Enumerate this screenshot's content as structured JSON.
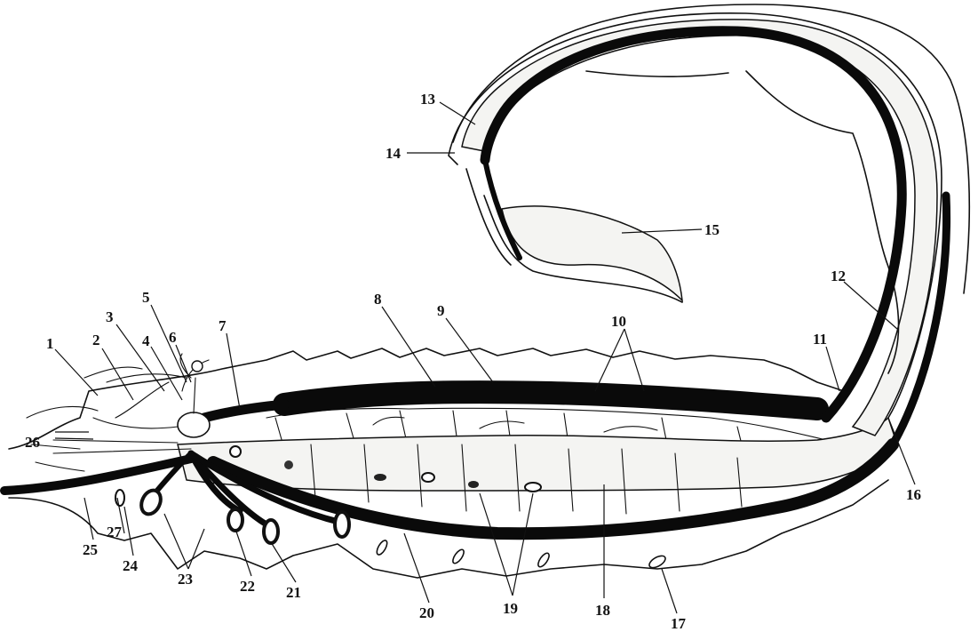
{
  "diagram": {
    "labels": [
      {
        "id": "label-1",
        "text": "1"
      },
      {
        "id": "label-2",
        "text": "2"
      },
      {
        "id": "label-3",
        "text": "3"
      },
      {
        "id": "label-4",
        "text": "4"
      },
      {
        "id": "label-5",
        "text": "5"
      },
      {
        "id": "label-6",
        "text": "6"
      },
      {
        "id": "label-7",
        "text": "7"
      },
      {
        "id": "label-8",
        "text": "8"
      },
      {
        "id": "label-9",
        "text": "9"
      },
      {
        "id": "label-10",
        "text": "10"
      },
      {
        "id": "label-11",
        "text": "11"
      },
      {
        "id": "label-12",
        "text": "12"
      },
      {
        "id": "label-13",
        "text": "13"
      },
      {
        "id": "label-14",
        "text": "14"
      },
      {
        "id": "label-15",
        "text": "15"
      },
      {
        "id": "label-16",
        "text": "16"
      },
      {
        "id": "label-17",
        "text": "17"
      },
      {
        "id": "label-18",
        "text": "18"
      },
      {
        "id": "label-19",
        "text": "19"
      },
      {
        "id": "label-20",
        "text": "20"
      },
      {
        "id": "label-21",
        "text": "21"
      },
      {
        "id": "label-22",
        "text": "22"
      },
      {
        "id": "label-23",
        "text": "23"
      },
      {
        "id": "label-24",
        "text": "24"
      },
      {
        "id": "label-25",
        "text": "25"
      },
      {
        "id": "label-26",
        "text": "26"
      },
      {
        "id": "label-27",
        "text": "27"
      }
    ]
  }
}
